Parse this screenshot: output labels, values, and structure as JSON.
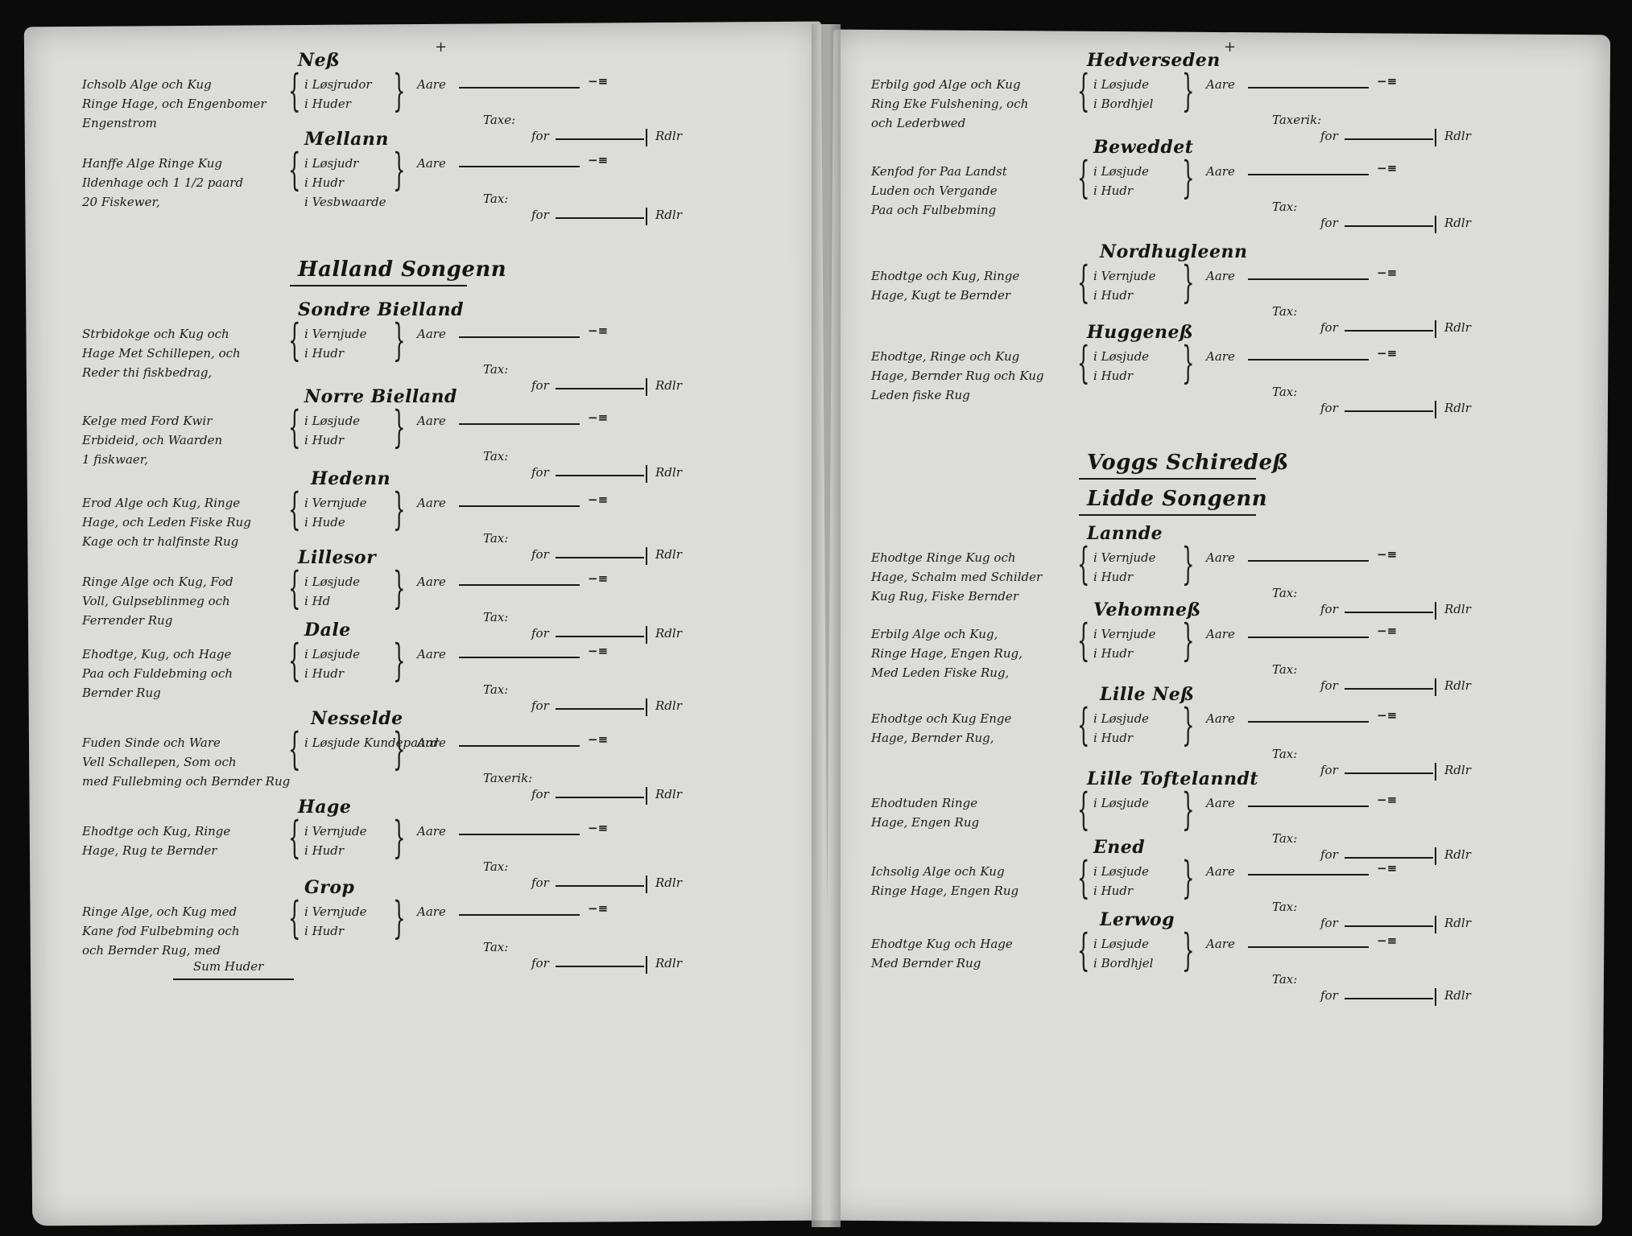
{
  "left_page": {
    "top_mark": "+",
    "entries": [
      {
        "heading": "Neß",
        "desc": [
          "Ichsolb Alge och Kug",
          "Ringe Hage, och Engenbomer",
          "Engenstrom"
        ],
        "share": [
          "i Løsjrudor",
          "i Huder"
        ],
        "tax": "Taxe"
      },
      {
        "heading": "Mellann",
        "desc": [
          "Hanffe Alge Ringe Kug",
          "Ildenhage och 1 1/2 paard",
          "20 Fiskewer,"
        ],
        "share": [
          "i Løsjudr",
          "i Hudr",
          "i Vesbwaarde"
        ],
        "tax": "Tax"
      },
      {
        "heading": "Halland Songenn",
        "desc": [],
        "share": [],
        "tax": ""
      },
      {
        "heading": "Sondre Bielland",
        "desc": [
          "Strbidokge och Kug och",
          "Hage Met Schillepen, och",
          "Reder thi fiskbedrag,"
        ],
        "share": [
          "i Vernjude",
          "i Hudr"
        ],
        "tax": "Tax"
      },
      {
        "heading": "Norre Bielland",
        "desc": [
          "Kelge med Ford Kwir",
          "Erbideid, och Waarden",
          "1 fiskwaer,"
        ],
        "share": [
          "i Løsjude",
          "i Hudr"
        ],
        "tax": "Tax"
      },
      {
        "heading": "Hedenn",
        "desc": [
          "Erod Alge och Kug, Ringe",
          "Hage, och Leden Fiske Rug",
          "Kage och tr halfinste Rug"
        ],
        "share": [
          "i Vernjude",
          "i Hude"
        ],
        "tax": "Tax"
      },
      {
        "heading": "Lillesor",
        "desc": [
          "Ringe Alge och Kug, Fod",
          "Voll, Gulpseblinmeg och",
          "Ferrender Rug"
        ],
        "share": [
          "i Løsjude",
          "i Hd"
        ],
        "tax": "Tax"
      },
      {
        "heading": "Dale",
        "desc": [
          "Ehodtge, Kug, och Hage",
          "Paa och Fuldebming och",
          "Bernder Rug"
        ],
        "share": [
          "i Løsjude",
          "i Hudr"
        ],
        "tax": "Tax"
      },
      {
        "heading": "Nesselde",
        "desc": [
          "Fuden Sinde och Ware",
          "Vell Schallepen, Som och",
          "med Fullebming och Bernder Rug"
        ],
        "share": [
          "i Løsjude Kundepaard"
        ],
        "tax": "Taxerik"
      },
      {
        "heading": "Hage",
        "desc": [
          "Ehodtge och Kug, Ringe",
          "Hage, Rug te Bernder"
        ],
        "share": [
          "i Vernjude",
          "i Hudr"
        ],
        "tax": "Tax"
      },
      {
        "heading": "Grop",
        "desc": [
          "Ringe Alge, och Kug med",
          "Kane fod Fulbebming och",
          "och Bernder Rug, med"
        ],
        "share": [
          "i Vernjude",
          "i Hudr"
        ],
        "tax": "Tax"
      }
    ],
    "footer": "Sum Huder"
  },
  "right_page": {
    "top_mark": "+",
    "entries": [
      {
        "heading": "Hedverseden",
        "desc": [
          "Erbilg god Alge och Kug",
          "Ring Eke Fulshening, och",
          "och Lederbwed"
        ],
        "share": [
          "i Løsjude",
          "i Bordhjel"
        ],
        "tax": "Taxerik"
      },
      {
        "heading": "Beweddet",
        "desc": [
          "Kenfod for Paa Landst",
          "Luden och Vergande",
          "Paa och Fulbebming"
        ],
        "share": [
          "i Løsjude",
          "i Hudr"
        ],
        "tax": "Tax"
      },
      {
        "heading": "Nordhugleenn",
        "desc": [
          "Ehodtge och Kug, Ringe",
          "Hage, Kugt te Bernder"
        ],
        "share": [
          "i Vernjude",
          "i Hudr"
        ],
        "tax": "Tax"
      },
      {
        "heading": "Huggeneß",
        "desc": [
          "Ehodtge, Ringe och Kug",
          "Hage, Bernder Rug och Kug",
          "Leden fiske Rug"
        ],
        "share": [
          "i Løsjude",
          "i Hudr"
        ],
        "tax": "Tax"
      },
      {
        "heading": "Voggs Schiredeß",
        "desc": [],
        "share": [],
        "tax": ""
      },
      {
        "heading": "Lidde Songenn",
        "desc": [],
        "share": [],
        "tax": ""
      },
      {
        "heading": "Lannde",
        "desc": [
          "Ehodtge Ringe Kug och",
          "Hage, Schalm med Schilder",
          "Kug Rug, Fiske Bernder"
        ],
        "share": [
          "i Vernjude",
          "i Hudr"
        ],
        "tax": "Tax"
      },
      {
        "heading": "Vehomneß",
        "desc": [
          "Erbilg Alge och Kug,",
          "Ringe Hage, Engen Rug,",
          "Med Leden Fiske Rug,"
        ],
        "share": [
          "i Vernjude",
          "i Hudr"
        ],
        "tax": "Tax"
      },
      {
        "heading": "Lille Neß",
        "desc": [
          "Ehodtge och Kug Enge",
          "Hage, Bernder Rug,"
        ],
        "share": [
          "i Løsjude",
          "i Hudr"
        ],
        "tax": "Tax"
      },
      {
        "heading": "Lille Toftelanndt",
        "desc": [
          "Ehodtuden Ringe",
          "Hage, Engen Rug"
        ],
        "share": [
          "i Løsjude"
        ],
        "tax": "Tax"
      },
      {
        "heading": "Ened",
        "desc": [
          "Ichsolig Alge och Kug",
          "Ringe Hage, Engen Rug"
        ],
        "share": [
          "i Løsjude",
          "i Hudr"
        ],
        "tax": "Tax"
      },
      {
        "heading": "Lerwog",
        "desc": [
          "Ehodtge Kug och Hage",
          "Med Bernder Rug"
        ],
        "share": [
          "i Løsjude",
          "i Bordhjel"
        ],
        "tax": "Tax"
      }
    ]
  },
  "common": {
    "aare": "Aare",
    "for": "for",
    "rdlr": "Rdlr"
  }
}
